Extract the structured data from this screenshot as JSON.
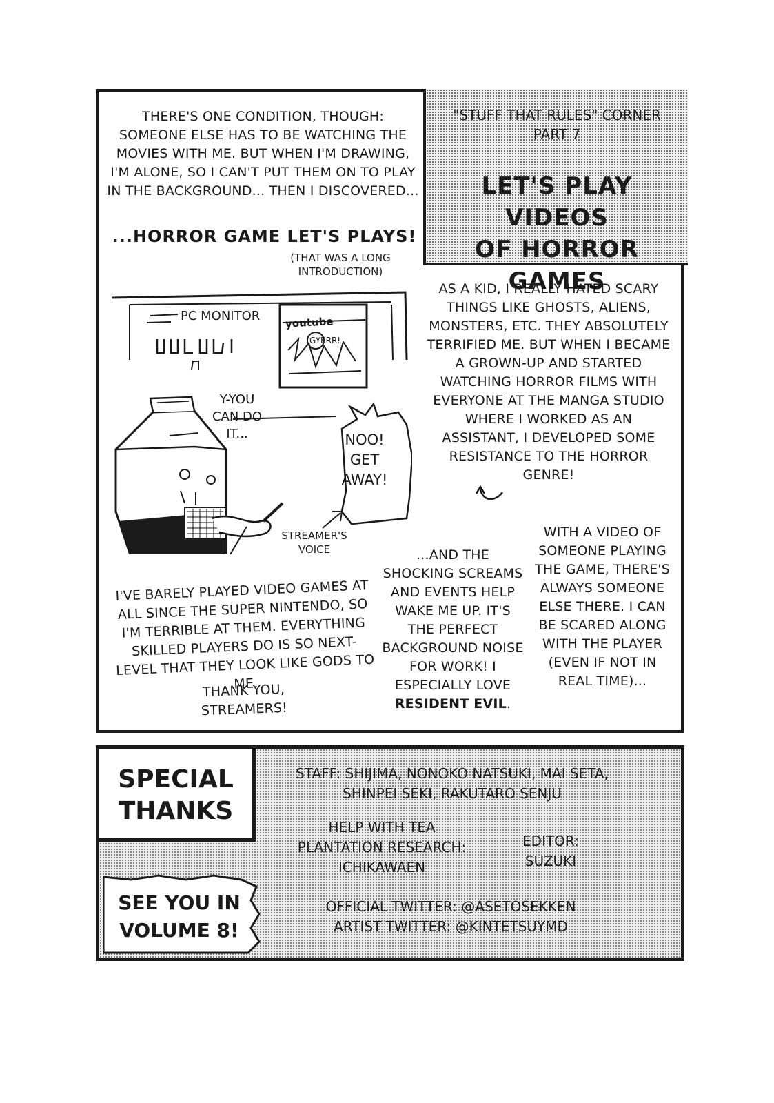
{
  "top_panel": {
    "corner_kicker_line1": "\"STUFF THAT RULES\" CORNER",
    "corner_kicker_line2": "PART 7",
    "corner_title_line1": "LET'S PLAY VIDEOS",
    "corner_title_line2": "OF HORROR GAMES",
    "intro": "THERE'S ONE CONDITION, THOUGH: SOMEONE ELSE HAS TO BE WATCHING THE MOVIES WITH ME. BUT WHEN I'M DRAWING, I'M ALONE, SO I CAN'T PUT THEM ON TO PLAY IN THE BACKGROUND... THEN I DISCOVERED...",
    "intro_highlight": "...HORROR GAME LET'S PLAYS!",
    "intro_aside": "(THAT WAS A LONG INTRODUCTION)",
    "kid_text": "AS A KID, I REALLY HATED SCARY THINGS LIKE GHOSTS, ALIENS, MONSTERS, ETC. THEY ABSOLUTELY TERRIFIED ME. BUT WHEN I BECAME A GROWN-UP AND STARTED WATCHING HORROR FILMS WITH EVERYONE AT THE MANGA STUDIO WHERE I WORKED AS AN ASSISTANT, I DEVELOPED SOME RESISTANCE TO THE HORROR GENRE!",
    "illustration": {
      "monitor_label": "PC MONITOR",
      "youtube_label": "youtube",
      "gyerr_label": "GYERR!",
      "yyou_label": "Y-YOU CAN DO IT...",
      "noo_label": "NOO! GET AWAY!",
      "voice_label": "STREAMER'S VOICE"
    },
    "games_text": "I'VE BARELY PLAYED VIDEO GAMES AT ALL SINCE THE SUPER NINTENDO, SO I'M TERRIBLE AT THEM. EVERYTHING SKILLED PLAYERS DO IS SO NEXT-LEVEL THAT THEY LOOK LIKE GODS TO ME.",
    "thanks_streamers": "THANK YOU, STREAMERS!",
    "shock_text": "...AND THE SHOCKING SCREAMS AND EVENTS HELP WAKE ME UP. IT'S THE PERFECT BACKGROUND NOISE FOR WORK! I ESPECIALLY LOVE",
    "shock_bold": "RESIDENT EVIL",
    "shock_end": ".",
    "video_text": "WITH A VIDEO OF SOMEONE PLAYING THE GAME, THERE'S ALWAYS SOMEONE ELSE THERE. I CAN BE SCARED ALONG WITH THE PLAYER (EVEN IF NOT IN REAL TIME)..."
  },
  "bottom_panel": {
    "thanks_line1": "SPECIAL",
    "thanks_line2": "THANKS",
    "see_you_line1": "SEE YOU IN",
    "see_you_line2": "VOLUME 8!",
    "staff_line1": "STAFF: SHIJIMA, NONOKO NATSUKI, MAI SETA,",
    "staff_line2": "SHINPEI SEKI, RAKUTARO SENJU",
    "tea_line1": "HELP WITH TEA",
    "tea_line2": "PLANTATION RESEARCH:",
    "tea_line3": "ICHIKAWAEN",
    "editor_line1": "EDITOR:",
    "editor_line2": "SUZUKI",
    "official_twitter": "OFFICIAL TWITTER: @ASETOSEKKEN",
    "artist_twitter": "ARTIST TWITTER: @KINTETSUYMD"
  },
  "colors": {
    "ink": "#1a1a1a",
    "paper": "#ffffff",
    "tone": "#505050"
  },
  "icons": [
    "milk-carton-character-icon",
    "pen-icon",
    "curly-arrow-icon",
    "speech-arrow-icon"
  ]
}
